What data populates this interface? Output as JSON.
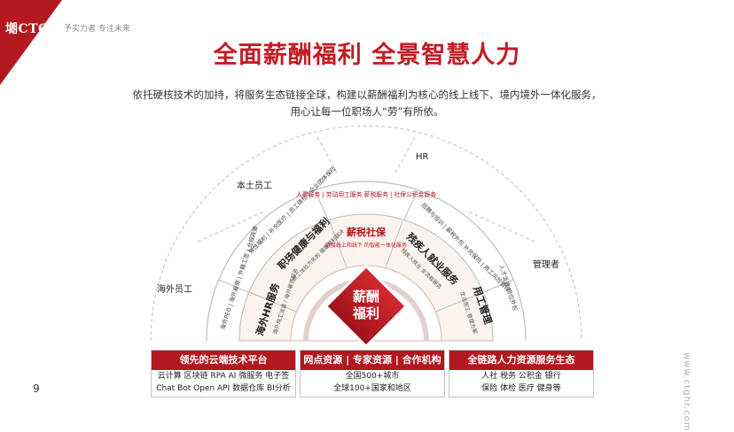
{
  "brand": {
    "logo_text": "㙟CTG",
    "slogan": "予实力者 专注未来",
    "accent_color": "#b3171f"
  },
  "header": {
    "title": "全面薪酬福利 全景智慧人力",
    "subtitle_line1": "依托硬核技术的加持，将服务生态链接全球，构建以薪酬福利为核心的线上线下、境内境外一体化服务，",
    "subtitle_line2": "用心让每一位职场人“劳”有所依。"
  },
  "fan": {
    "center_line1": "薪酬",
    "center_line2": "福利",
    "outer_labels": {
      "overseas": "海外员工",
      "local": "本土员工",
      "hr": "HR",
      "manager": "管理者"
    },
    "inner_segments": [
      {
        "title": "海外HR服务",
        "desc": "海外用工派遣 / 海外雇佣服务"
      },
      {
        "title": "职场健康与福利",
        "desc": "员工体检为先的 健康福利解决"
      },
      {
        "title": "薪税社保",
        "desc": "链接线上和线下 的智能一体化服务"
      },
      {
        "title": "残疾人就业服务",
        "desc": "残疾人就业 全流程服务"
      },
      {
        "title": "用工管理",
        "desc": "灵活用工 管理方案"
      }
    ],
    "middle_segments": [
      {
        "text": "海外PEO | 海外雇佣 | 外籍工签 | 合规政策"
      },
      {
        "text": "弹性福利 | 补充医疗 | 员工体检 | 企业团体保险"
      },
      {
        "text": "人事服务 | 劳动用工服务 薪税服务 | 社保公积金服务"
      },
      {
        "text": "招聘与培训 | 薪税外包 补充保险 | 用工风险管理"
      },
      {
        "text": "人才派遣 岗位外包"
      }
    ]
  },
  "boxes": [
    {
      "title": "领先的云端技术平台",
      "line1": "云计算 区块链 RPA AI 微服务 电子签",
      "line2": "Chat Bot Open API 数据仓库 BI分析"
    },
    {
      "title": "网点资源 | 专家资源 | 合作机构",
      "line1": "全国500+城市",
      "line2": "全球100+国家和地区"
    },
    {
      "title": "全链路人力资源服务生态",
      "line1": "人社 税务 公积金 银行",
      "line2": "保险 体检 医疗 健身等"
    }
  ],
  "footer": {
    "page_number": "9",
    "url": "www.ctghr.com"
  }
}
